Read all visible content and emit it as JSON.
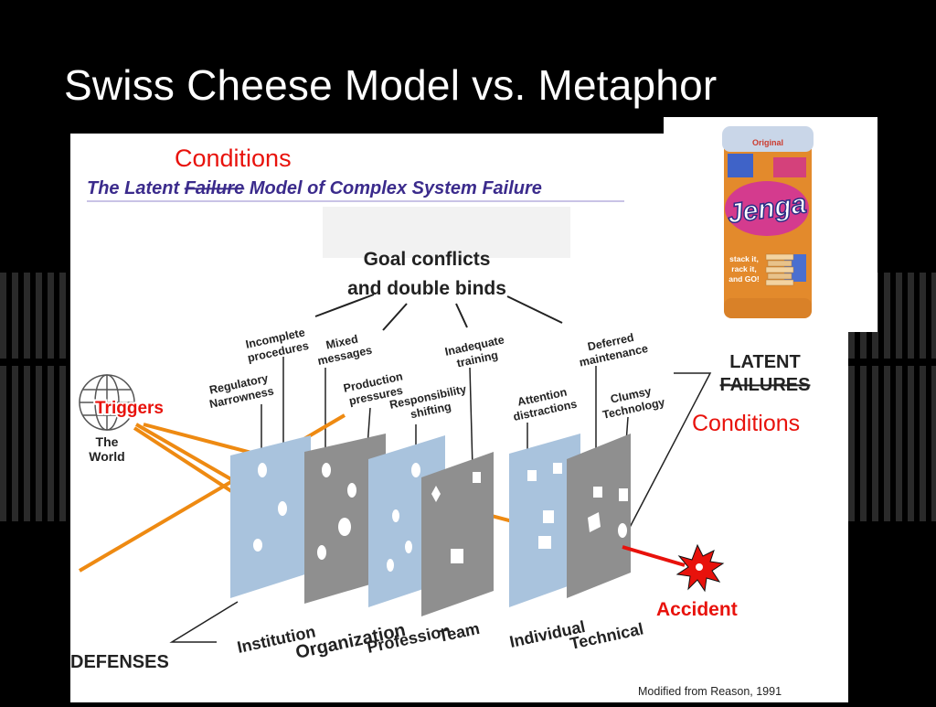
{
  "slide": {
    "title": "Swiss Cheese Model vs. Metaphor"
  },
  "diagram": {
    "annotation_top": "Conditions",
    "annotation_right": "Conditions",
    "header_words": [
      "The Latent",
      "Failure",
      "Model of Complex System Failure"
    ],
    "goal_line1": "Goal conflicts",
    "goal_line2": "and double binds",
    "labels": {
      "incomplete": [
        "Incomplete",
        "procedures"
      ],
      "mixed": [
        "Mixed",
        "messages"
      ],
      "regulatory": [
        "Regulatory",
        "Narrowness"
      ],
      "production": [
        "Production",
        "pressures"
      ],
      "responsibility": [
        "Responsibility",
        "shifting"
      ],
      "inadequate": [
        "Inadequate",
        "training"
      ],
      "attention": [
        "Attention",
        "distractions"
      ],
      "deferred": [
        "Deferred",
        "maintenance"
      ],
      "clumsy": [
        "Clumsy",
        "Technology"
      ]
    },
    "latent": "LATENT",
    "failures": "FAILURES",
    "triggers": "Triggers",
    "world": [
      "The",
      "World"
    ],
    "defenses": "DEFENSES",
    "accident": "Accident",
    "layers": [
      "Institution",
      "Organization",
      "Profession",
      "Team",
      "Individual",
      "Technical"
    ],
    "credit": "Modified from Reason, 1991",
    "colors": {
      "annotation": "#e8120c",
      "header": "#3b2b8c",
      "blue_layer": "#a9c3dd",
      "gray_layer": "#8f8f8f",
      "trajectory": "#ee8a12",
      "accident": "#e8120c"
    }
  },
  "product": {
    "brand": "Jenga",
    "banner": "Original",
    "tagline": [
      "stack it,",
      "rack it,",
      "and GO!"
    ]
  }
}
